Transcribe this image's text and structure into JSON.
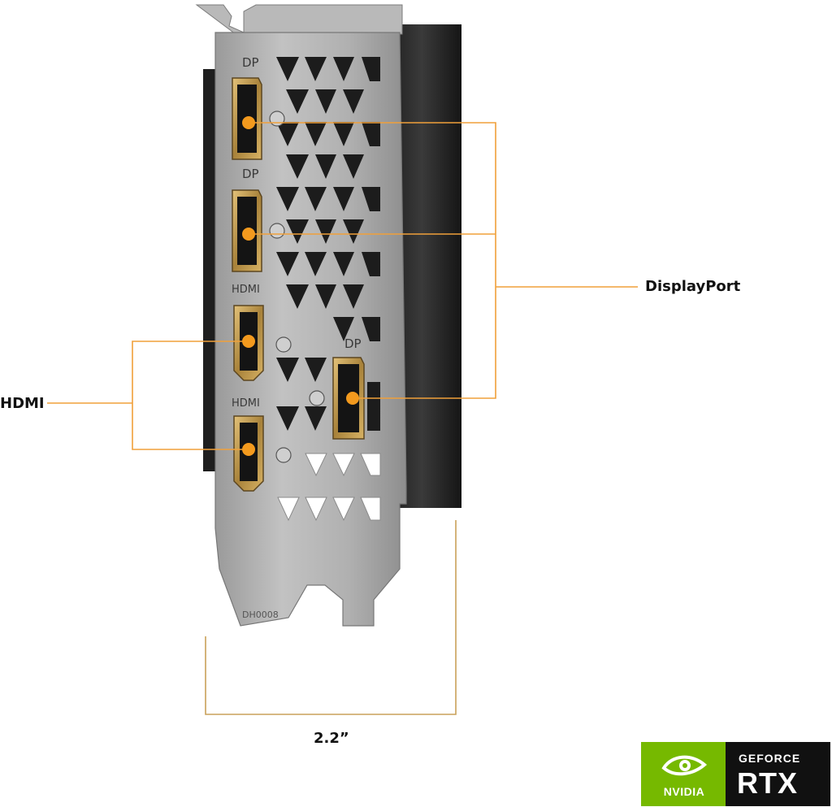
{
  "labels": {
    "displayport": "DisplayPort",
    "hdmi": "HDMI",
    "dimension": "2.2”"
  },
  "bracket": {
    "port_texts": [
      "DP",
      "DP",
      "HDMI",
      "HDMI",
      "DP"
    ],
    "part_code": "DH0008"
  },
  "badge": {
    "vendor": "NVIDIA",
    "line": "GEFORCE",
    "model": "RTX"
  },
  "colors": {
    "accent": "#f39a1e",
    "callout_line": "#f0a03a",
    "nvidia_green": "#76b900",
    "bracket_silver": "#a8a8a8"
  },
  "icons": [
    "nvidia-eye-icon",
    "screw-icon"
  ]
}
